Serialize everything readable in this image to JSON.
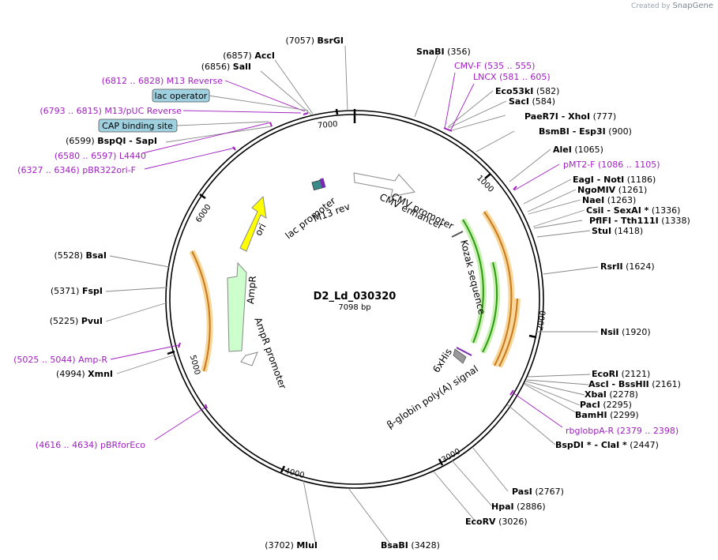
{
  "credit": {
    "created_by": "Created by",
    "brand": "SnapGene"
  },
  "plasmid": {
    "name": "D2_Ld_030320",
    "size_label": "7098 bp",
    "length": 7098
  },
  "ticks": [
    "1000",
    "2000",
    "3000",
    "4000",
    "5000",
    "6000",
    "7000"
  ],
  "enzymes": [
    {
      "name": "BsrGI",
      "pos": "(7057)"
    },
    {
      "name": "AccI",
      "pos": "(6857)"
    },
    {
      "name": "SalI",
      "pos": "(6856)"
    },
    {
      "name": "BspQI - SapI",
      "pos": "(6599)"
    },
    {
      "name": "BsaI",
      "pos": "(5528)"
    },
    {
      "name": "FspI",
      "pos": "(5371)"
    },
    {
      "name": "PvuI",
      "pos": "(5225)"
    },
    {
      "name": "XmnI",
      "pos": "(4994)"
    },
    {
      "name": "MluI",
      "pos": "(3702)"
    },
    {
      "name": "BsaBI",
      "pos": "(3428)"
    },
    {
      "name": "EcoRV",
      "pos": "(3026)"
    },
    {
      "name": "HpaI",
      "pos": "(2886)"
    },
    {
      "name": "PasI",
      "pos": "(2767)"
    },
    {
      "name": "BspDI * - ClaI *",
      "pos": "(2447)"
    },
    {
      "name": "BamHI",
      "pos": "(2299)"
    },
    {
      "name": "PacI",
      "pos": "(2295)"
    },
    {
      "name": "XbaI",
      "pos": "(2278)"
    },
    {
      "name": "AscI - BssHII",
      "pos": "(2161)"
    },
    {
      "name": "EcoRI",
      "pos": "(2121)"
    },
    {
      "name": "NsiI",
      "pos": "(1920)"
    },
    {
      "name": "RsrII",
      "pos": "(1624)"
    },
    {
      "name": "StuI",
      "pos": "(1418)"
    },
    {
      "name": "PflFI - Tth111I",
      "pos": "(1338)"
    },
    {
      "name": "CsiI - SexAI *",
      "pos": "(1336)"
    },
    {
      "name": "NaeI",
      "pos": "(1263)"
    },
    {
      "name": "NgoMIV",
      "pos": "(1261)"
    },
    {
      "name": "EagI - NotI",
      "pos": "(1186)"
    },
    {
      "name": "AleI",
      "pos": "(1065)"
    },
    {
      "name": "BsmBI - Esp3I",
      "pos": "(900)"
    },
    {
      "name": "PaeR7I - XhoI",
      "pos": "(777)"
    },
    {
      "name": "SacI",
      "pos": "(584)"
    },
    {
      "name": "Eco53kI",
      "pos": "(582)"
    },
    {
      "name": "SnaBI",
      "pos": "(356)"
    }
  ],
  "primers": [
    {
      "range": "(6812 .. 6828)",
      "name": "M13 Reverse"
    },
    {
      "range": "(6793 .. 6815)",
      "name": "M13/pUC Reverse"
    },
    {
      "range": "(6580 .. 6597)",
      "name": "L4440"
    },
    {
      "range": "(6327 .. 6346)",
      "name": "pBR322ori-F"
    },
    {
      "range": "(5025 .. 5044)",
      "name": "Amp-R"
    },
    {
      "range": "(4616 .. 4634)",
      "name": "pBRforEco"
    },
    {
      "range": "(535 .. 555)",
      "name": "CMV-F"
    },
    {
      "range": "(581 .. 605)",
      "name": "LNCX"
    },
    {
      "range": "(1086 .. 1105)",
      "name": "pMT2-F"
    },
    {
      "range": "(2379 .. 2398)",
      "name": "rbglobpA-R"
    }
  ],
  "boxed_features": [
    "lac operator",
    "CAP binding site"
  ],
  "features": [
    "ori",
    "lac promoter",
    "M13 rev",
    "CMV promoter",
    "CMV enhancer",
    "Kozak sequence",
    "6xHis",
    "β-globin poly(A) signal",
    "AmpR",
    "AmpR promoter"
  ],
  "colors": {
    "ori": "#ffff00",
    "ampr": "#ccffcc",
    "orf_green": "#2a9a10",
    "orf_orange": "#c8781e",
    "primer": "#a020c0",
    "box": "#9fd0df",
    "promoter": "#ffffff"
  }
}
